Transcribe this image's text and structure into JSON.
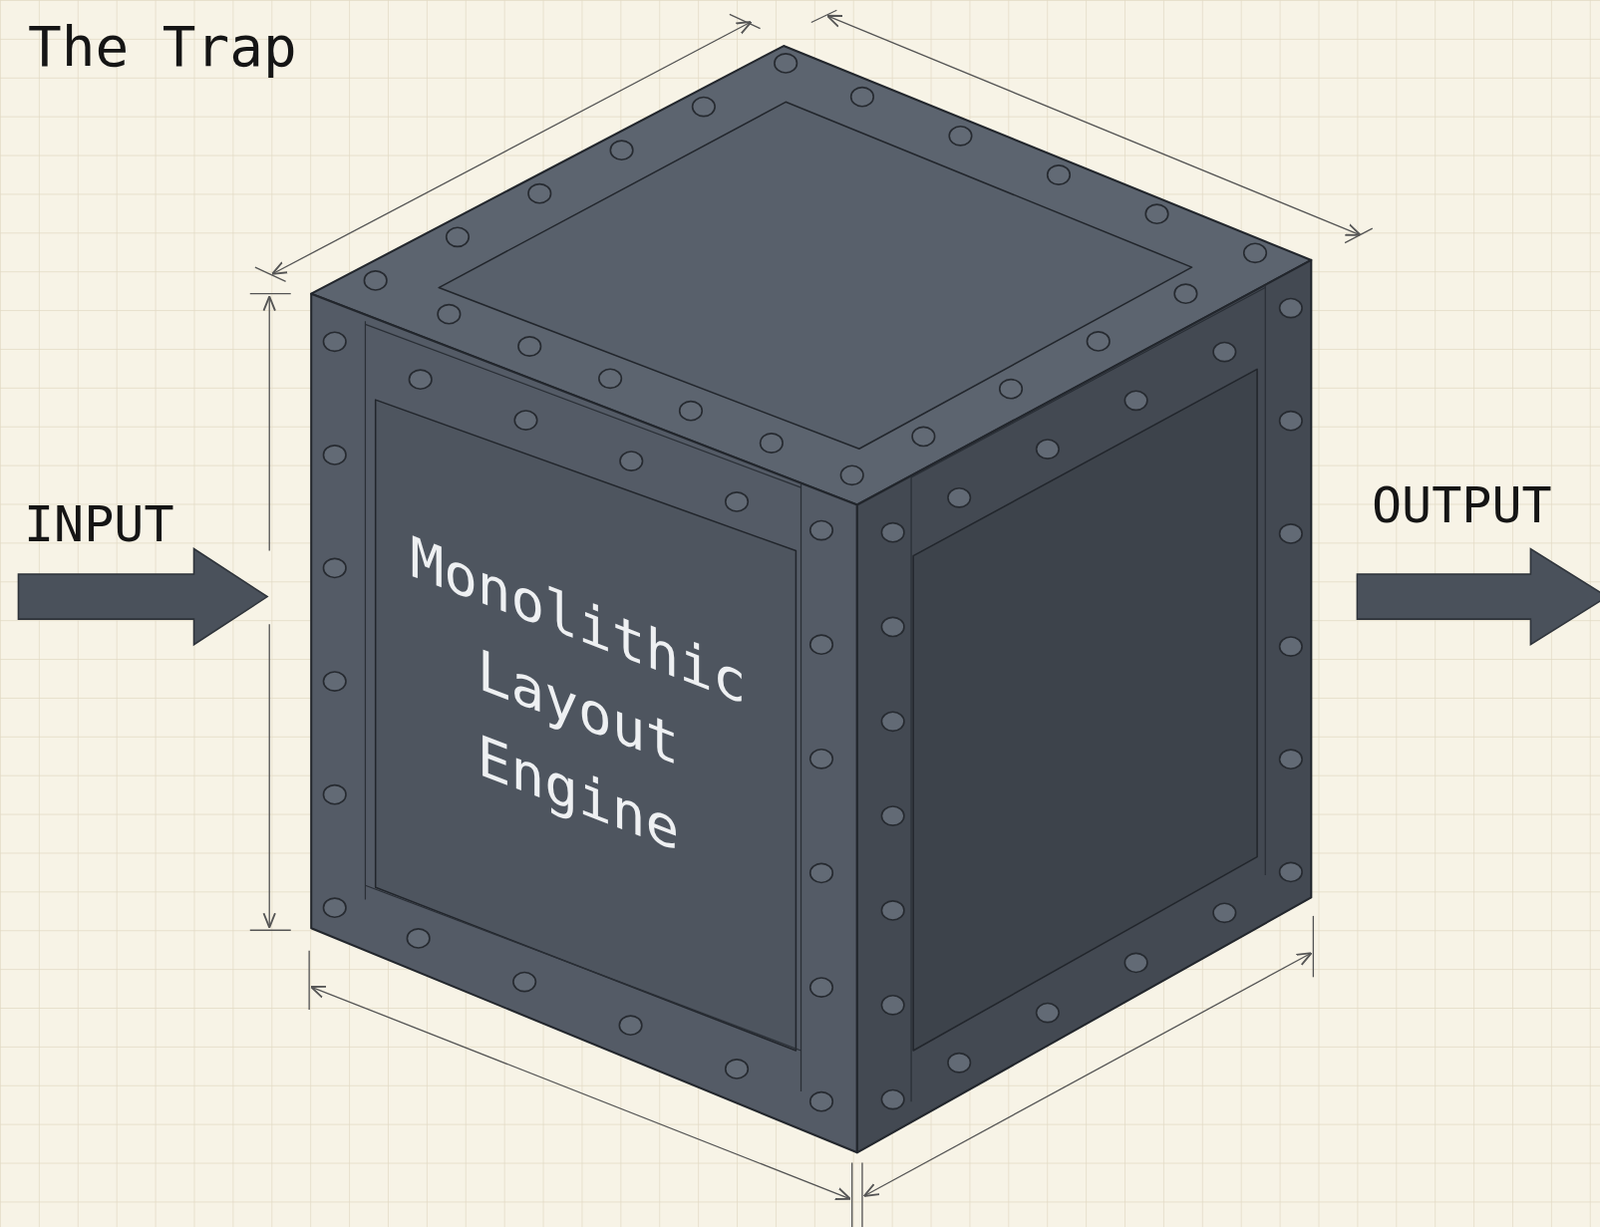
{
  "diagram": {
    "title": "The Trap",
    "nodes": [
      {
        "text": [
          "Monolithic Layout Engine"
        ]
      }
    ],
    "labels": [
      "INPUT",
      "OUTPUT"
    ]
  }
}
